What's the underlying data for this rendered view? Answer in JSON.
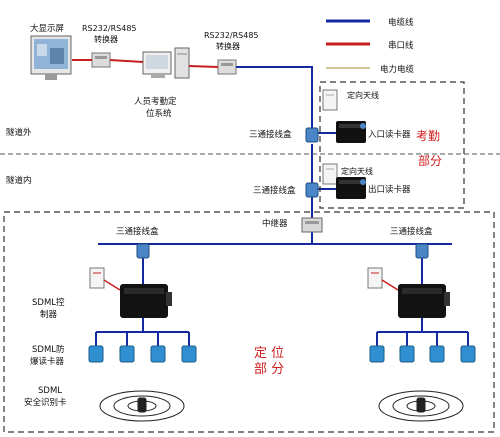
{
  "legend": {
    "cable_line": "电缆线",
    "serial_line": "串口线",
    "power_line": "电力电缆"
  },
  "colors": {
    "cable": "#1428a0",
    "serial": "#c81e1e",
    "power": "#d4c29a",
    "zone_text": "#d01e1e"
  },
  "nodes": {
    "big_screen": "大显示屏",
    "converter_left_line1": "RS232/RS485",
    "converter_left_line2": "转换器",
    "converter_right_line1": "RS232/RS485",
    "converter_right_line2": "转换器",
    "attendance_system_line1": "人员考勤定",
    "attendance_system_line2": "位系统",
    "directional_antenna_1": "定向天线",
    "directional_antenna_2": "定向天线",
    "tee_box_1": "三通接线盒",
    "tee_box_2": "三通接线盒",
    "tee_box_left": "三通接线盒",
    "tee_box_right": "三通接线盒",
    "entrance_reader": "入口读卡器",
    "exit_reader": "出口读卡器",
    "repeater": "中继器",
    "sdml_controller_line1": "SDML控",
    "sdml_controller_line2": "制器",
    "sdml_reader_line1": "SDML防",
    "sdml_reader_line2": "爆读卡器",
    "sdml_card_line1": "SDML",
    "sdml_card_line2": "安全识别卡"
  },
  "zones": {
    "tunnel_outside": "隧道外",
    "tunnel_inside": "隧道内",
    "attendance_line1": "考勤",
    "attendance_line2": "部分",
    "positioning_line1": "定 位",
    "positioning_line2": "部 分"
  }
}
